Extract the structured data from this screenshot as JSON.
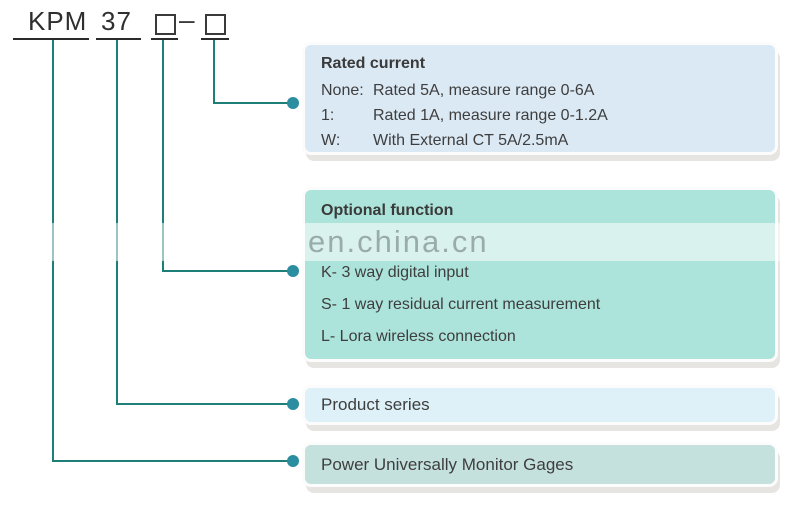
{
  "header": {
    "prefix": "KPM",
    "series": "37",
    "separator": "–",
    "placeholder1": "placeholder-square",
    "placeholder2": "placeholder-square"
  },
  "watermark": "en.china.cn",
  "boxes": {
    "rated_current": {
      "title": "Rated current",
      "rows": [
        {
          "label": "None:",
          "text": "Rated 5A, measure range 0-6A"
        },
        {
          "label": "1:",
          "text": "Rated 1A, measure range 0-1.2A"
        },
        {
          "label": "W:",
          "text": "With External CT 5A/2.5mA"
        }
      ]
    },
    "optional_function": {
      "title": "Optional function",
      "rows": [
        {
          "text": "K- 3 way digital input"
        },
        {
          "text": "S- 1 way residual current measurement"
        },
        {
          "text": "L- Lora wireless connection"
        }
      ]
    },
    "product_series": {
      "title": "Product series"
    },
    "product_name": {
      "title": "Power Universally Monitor Gages"
    }
  },
  "colors": {
    "connector_line": "#1e7f78",
    "connector_dot": "#2b8da0",
    "rated_current_bg": "#dbe9f4",
    "optional_function_bg": "#ace3da",
    "product_series_bg": "#def1f8",
    "product_name_bg": "#c4e1dd"
  }
}
